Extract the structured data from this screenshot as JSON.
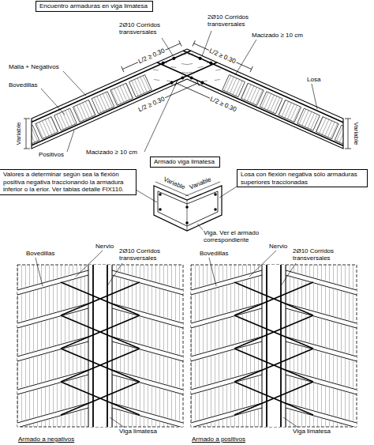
{
  "diagram": {
    "nodes": [
      {
        "text": [
          "Encuentro armaduras en viga limatesa"
        ]
      },
      {
        "text": [
          "Armado viga limatesa"
        ]
      },
      {
        "text": [
          "Valores a determinar según sea la flexión positiva negativa traccionando la armadura inferior o la erior. Ver tablas detalle FIX110."
        ]
      },
      {
        "text": [
          "Losa con flexión negativa sólo armaduras superiores traccionadas"
        ]
      }
    ],
    "labels": [
      "Macizado ≥ 10 cm",
      "2Ø10 Corridos transversales",
      "2Ø10 Corridos transversales",
      "Malla + Negativos",
      "Bovedillas",
      "Losa",
      "Variable",
      "Variable",
      "Positivos",
      "Macizado ≥ 10 cm",
      "L/2 ≥ 0.30",
      "L/2 ≥ 0.30",
      "L/2 ≥ 0.30",
      "L/2 ≥ 0.30",
      "Variable",
      "Variable",
      "Viga. Ver el armado correspondiente",
      "Bovedillas",
      "Nervio",
      "2Ø10 Corridos transversales",
      "Viga limatesa",
      "Armado a negativos",
      "Bovedillas",
      "Nervio",
      "2Ø10 Corridos transversales",
      "Viga limatesa",
      "Armado a positivos"
    ]
  }
}
